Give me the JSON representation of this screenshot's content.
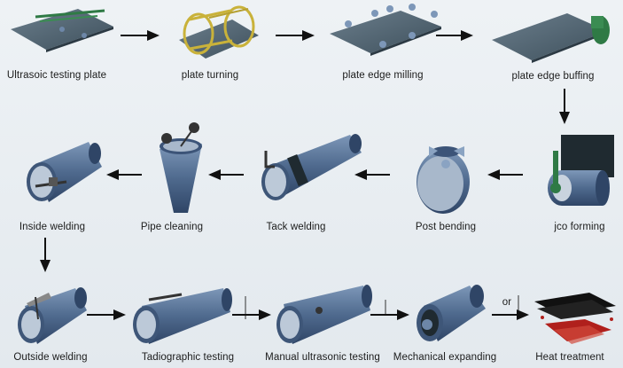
{
  "steps": [
    {
      "label": "Ultrasoic testing plate",
      "icon": "flat-plate-with-probes"
    },
    {
      "label": "plate turning",
      "icon": "plate-in-turning-cage"
    },
    {
      "label": "plate edge milling",
      "icon": "plate-with-milling-heads"
    },
    {
      "label": "plate edge buffing",
      "icon": "plate-with-buffing-wheel"
    },
    {
      "label": "jco forming",
      "icon": "jco-press"
    },
    {
      "label": "Post bending",
      "icon": "pipe-with-bending-roll"
    },
    {
      "label": "Tack welding",
      "icon": "pipe-with-tack-welder"
    },
    {
      "label": "Pipe cleaning",
      "icon": "vertical-pipe-cleaning"
    },
    {
      "label": "Inside welding",
      "icon": "pipe-inside-welding"
    },
    {
      "label": "Outside welding",
      "icon": "pipe-outside-welding"
    },
    {
      "label": "Tadiographic testing",
      "icon": "pipe-radiographic-testing"
    },
    {
      "label": "Manual ultrasonic testing",
      "icon": "pipe-ultrasonic-testing"
    },
    {
      "label": "Mechanical expanding",
      "icon": "pipe-expander"
    },
    {
      "label": "Heat treatment",
      "icon": "heat-treatment-furnace"
    }
  ],
  "or_label": "or",
  "colors": {
    "pipe": "#4f6a8e",
    "plate": "#4b5e6c",
    "accent": "#2f7a45",
    "cage": "#c9b23a",
    "heat": "#b0201c"
  }
}
